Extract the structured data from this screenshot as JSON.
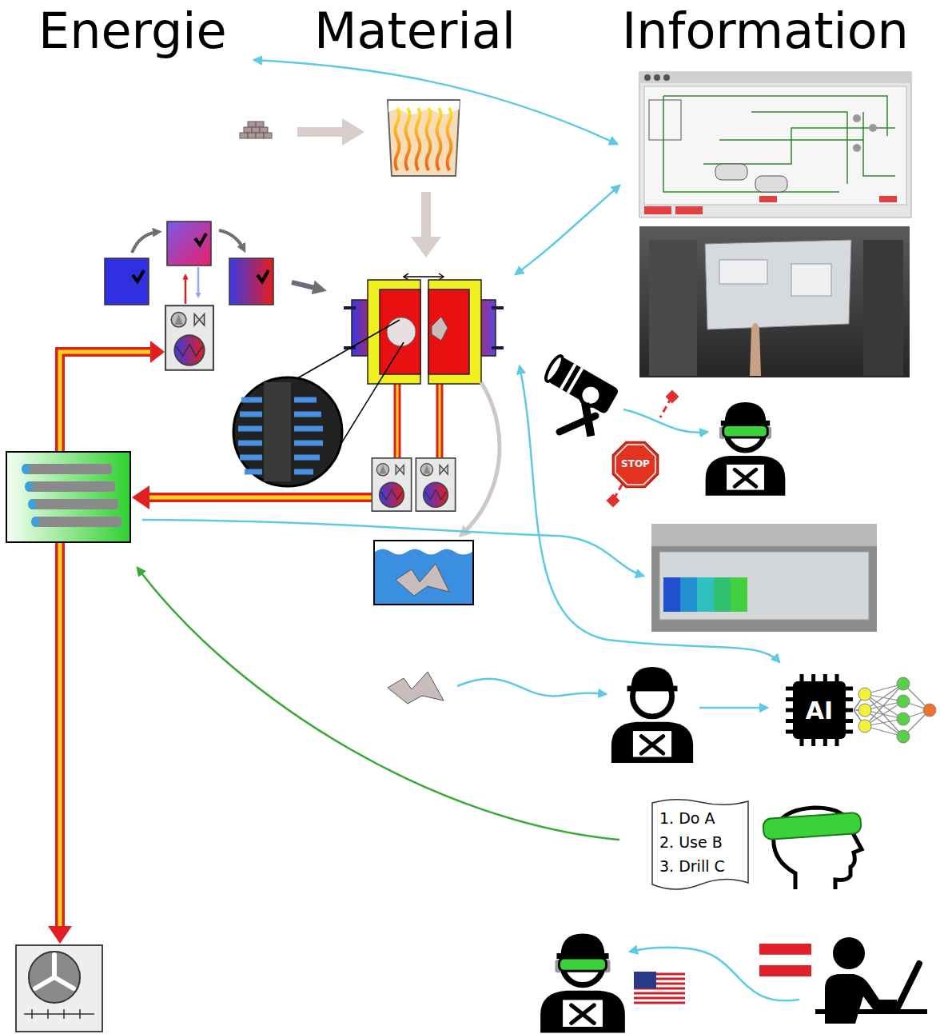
{
  "diagram": {
    "nodes": [
      {
        "text": [
          "STOP"
        ]
      },
      {
        "text": [
          "AI"
        ]
      },
      {
        "text": [
          "1. Do A",
          "2. Use B",
          "3. Drill C"
        ]
      }
    ],
    "labels": [
      "Energie",
      "Material",
      "Information"
    ]
  }
}
